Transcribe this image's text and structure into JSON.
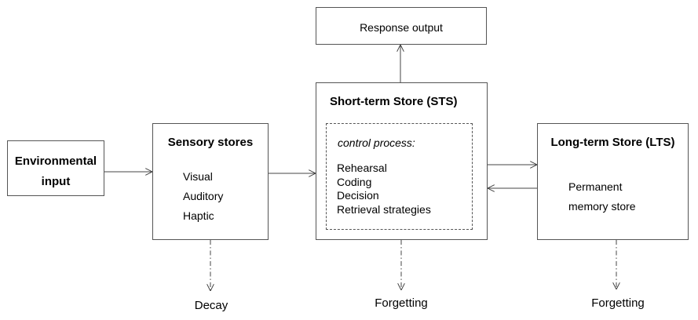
{
  "environment": {
    "line1": "Environmental",
    "line2": "input"
  },
  "sensory": {
    "title": "Sensory stores",
    "items": [
      "Visual",
      "Auditory",
      "Haptic"
    ],
    "outcome": "Decay"
  },
  "sts": {
    "title": "Short-term Store (STS)",
    "control_label": "control process:",
    "processes": [
      "Rehearsal",
      "Coding",
      "Decision",
      "Retrieval strategies"
    ],
    "outcome": "Forgetting"
  },
  "response": {
    "label": "Response output"
  },
  "lts": {
    "title": "Long-term Store (LTS)",
    "line1": "Permanent",
    "line2": "memory store",
    "outcome": "Forgetting"
  }
}
